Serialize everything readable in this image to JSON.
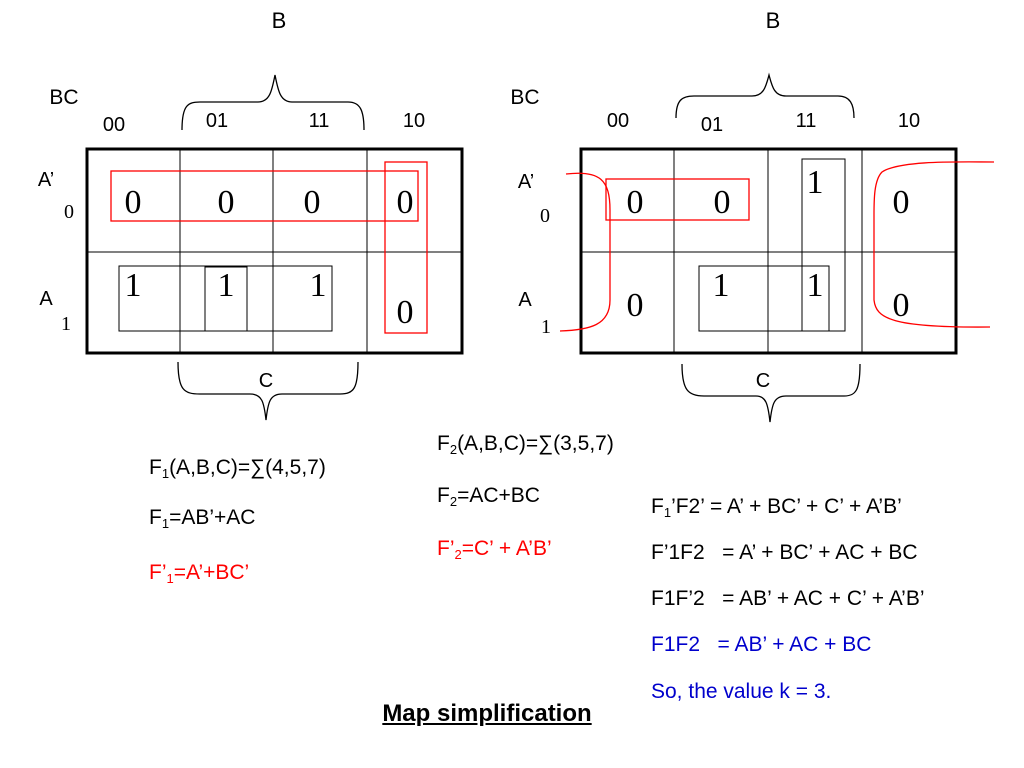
{
  "colors": {
    "red": "#ff0000",
    "blue": "#0000cc",
    "black": "#000000"
  },
  "map1": {
    "top_brace_label": "B",
    "corner_label": "BC",
    "col_labels": [
      "00",
      "01",
      "11",
      "10"
    ],
    "row_labels": [
      "A’",
      "A"
    ],
    "row_indices": [
      "0",
      "1"
    ],
    "row0": [
      "0",
      "0",
      "0",
      "0"
    ],
    "row1": [
      "1",
      "1",
      "1",
      "0"
    ],
    "bottom_brace_label": "C"
  },
  "map2": {
    "top_brace_label": "B",
    "corner_label": "BC",
    "col_labels": [
      "00",
      "01",
      "11",
      "10"
    ],
    "row_labels": [
      "A’",
      "A"
    ],
    "row_indices": [
      "0",
      "1"
    ],
    "row0": [
      "0",
      "0",
      "1",
      "0"
    ],
    "row1": [
      "0",
      "1",
      "1",
      "0"
    ],
    "bottom_brace_label": "C"
  },
  "equations": {
    "f1_func": {
      "pre": "F",
      "sub": "1",
      "post": "(A,B,C)=∑(4,5,7)"
    },
    "f1_simplified": {
      "pre": "F",
      "sub": "1",
      "post": "=AB’+AC"
    },
    "f1_complement": {
      "pre": "F’",
      "sub": "1",
      "post": "=A’+BC’"
    },
    "f2_func": {
      "pre": "F",
      "sub": "2",
      "post": "(A,B,C)=∑(3,5,7)"
    },
    "f2_simplified": {
      "pre": "F",
      "sub": "2",
      "post": "=AC+BC"
    },
    "f2_complement": {
      "pre": "F’",
      "sub": "2",
      "post": "=C’ + A’B’"
    },
    "combo1": {
      "pre": "F",
      "sub": "1",
      "post": "’F2’ = A’ + BC’ + C’ + A’B’"
    },
    "combo2": "F’1F2   = A’ + BC’ + AC + BC",
    "combo3": "F1F’2   = AB’ + AC + C’ + A’B’",
    "combo4": "F1F2   = AB’ + AC + BC",
    "conclusion": "So, the value k = 3."
  },
  "caption": "Map simplification"
}
